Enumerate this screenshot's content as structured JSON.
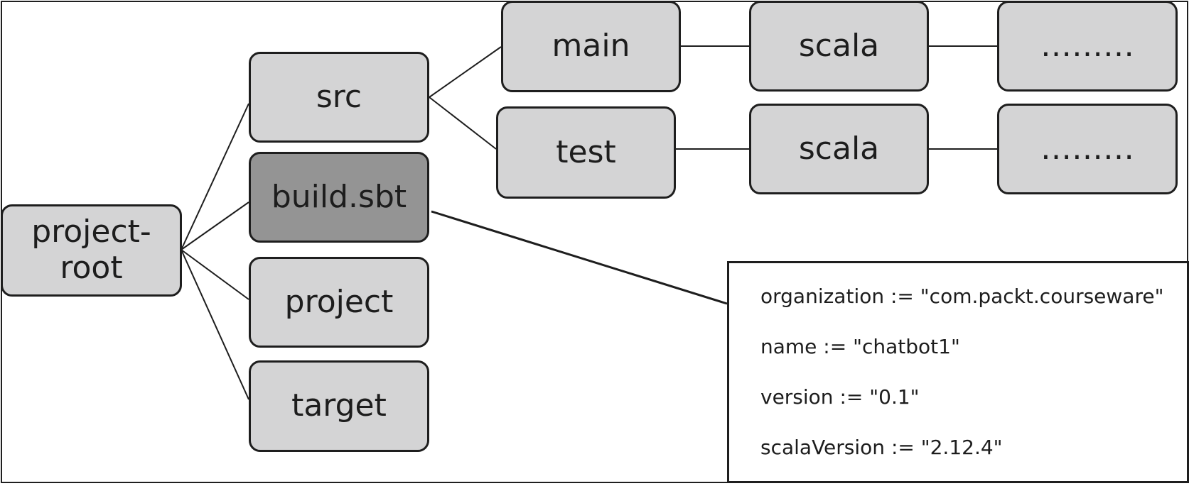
{
  "nodes": {
    "root": {
      "line1": "project-",
      "line2": "root"
    },
    "src": "src",
    "build": "build.sbt",
    "project": "project",
    "target": "target",
    "main": "main",
    "test": "test",
    "main_scala": "scala",
    "test_scala": "scala",
    "main_more": "………",
    "test_more": "………"
  },
  "build_sbt": {
    "lines": [
      "organization := \"com.packt.courseware\"",
      "name := \"chatbot1\"",
      "version := \"0.1\"",
      "scalaVersion := \"2.12.4\""
    ]
  },
  "colors": {
    "node_fill": "#d4d4d5",
    "highlight_fill": "#949494",
    "stroke": "#1e1e1e"
  }
}
